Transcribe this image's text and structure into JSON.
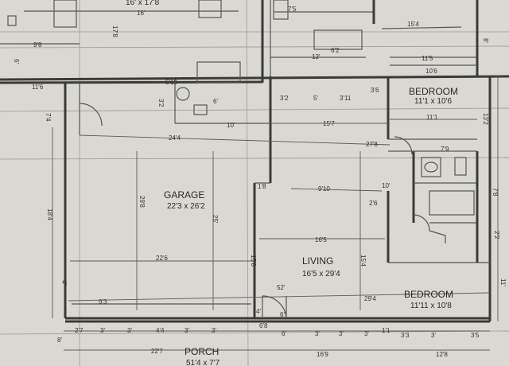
{
  "rooms": {
    "garage": {
      "name": "GARAGE",
      "size": "22'3 x 26'2"
    },
    "living": {
      "name": "LIVING",
      "size": "16'5 x 29'4"
    },
    "bedroom_top": {
      "name": "BEDROOM",
      "size": "11'1 x 10'6"
    },
    "bedroom_bottom": {
      "name": "BEDROOM",
      "size": "11'11 x 10'8"
    },
    "porch": {
      "name": "PORCH",
      "size": "51'4 x 7'7"
    },
    "top_room": {
      "size": "16' x 17'8"
    }
  },
  "dimensions": [
    {
      "id": "d-16",
      "text": "16'"
    },
    {
      "id": "d-178",
      "text": "17'8"
    },
    {
      "id": "d-98",
      "text": "9'8"
    },
    {
      "id": "d-6a",
      "text": "6'"
    },
    {
      "id": "d-75",
      "text": "7'5"
    },
    {
      "id": "d-154",
      "text": "15'4"
    },
    {
      "id": "d-8a",
      "text": "8'"
    },
    {
      "id": "d-62",
      "text": "6'2"
    },
    {
      "id": "d-12",
      "text": "12'"
    },
    {
      "id": "d-115",
      "text": "11'5"
    },
    {
      "id": "d-106",
      "text": "10'6"
    },
    {
      "id": "d-116",
      "text": "11'6"
    },
    {
      "id": "d-510",
      "text": "5'10"
    },
    {
      "id": "d-32a",
      "text": "3'2"
    },
    {
      "id": "d-6b",
      "text": "6'"
    },
    {
      "id": "d-32b",
      "text": "3'2"
    },
    {
      "id": "d-5a",
      "text": "5'"
    },
    {
      "id": "d-311",
      "text": "3'11"
    },
    {
      "id": "d-36",
      "text": "3'6"
    },
    {
      "id": "d-74",
      "text": "7'4"
    },
    {
      "id": "d-10",
      "text": "10'"
    },
    {
      "id": "d-157",
      "text": "15'7"
    },
    {
      "id": "d-111",
      "text": "11'1"
    },
    {
      "id": "d-132",
      "text": "13'2"
    },
    {
      "id": "d-244",
      "text": "24'4"
    },
    {
      "id": "d-278",
      "text": "27'8"
    },
    {
      "id": "d-79",
      "text": "7'9"
    },
    {
      "id": "d-298",
      "text": "29'8"
    },
    {
      "id": "d-184",
      "text": "18'4"
    },
    {
      "id": "d-25",
      "text": "25'"
    },
    {
      "id": "d-18",
      "text": "1'8"
    },
    {
      "id": "d-910",
      "text": "9'10"
    },
    {
      "id": "d-10b",
      "text": "10'"
    },
    {
      "id": "d-26",
      "text": "2'6"
    },
    {
      "id": "d-78",
      "text": "7'8"
    },
    {
      "id": "d-165",
      "text": "16'5"
    },
    {
      "id": "d-226",
      "text": "22'6"
    },
    {
      "id": "d-158",
      "text": "15'8"
    },
    {
      "id": "d-154b",
      "text": "15'4"
    },
    {
      "id": "d-4a",
      "text": "4'"
    },
    {
      "id": "d-52",
      "text": "52'"
    },
    {
      "id": "d-93",
      "text": "9'3"
    },
    {
      "id": "d-4b",
      "text": "4'"
    },
    {
      "id": "d-6c",
      "text": "6'"
    },
    {
      "id": "d-294",
      "text": "29'4"
    },
    {
      "id": "d-27",
      "text": "2'7"
    },
    {
      "id": "d-3a",
      "text": "3'"
    },
    {
      "id": "d-3b",
      "text": "3'"
    },
    {
      "id": "d-44",
      "text": "4'4"
    },
    {
      "id": "d-3c",
      "text": "3'"
    },
    {
      "id": "d-3d",
      "text": "3'"
    },
    {
      "id": "d-68",
      "text": "6'8"
    },
    {
      "id": "d-6d",
      "text": "6'"
    },
    {
      "id": "d-3e",
      "text": "3'"
    },
    {
      "id": "d-3f",
      "text": "3'"
    },
    {
      "id": "d-3g",
      "text": "3'"
    },
    {
      "id": "d-11",
      "text": "1'1"
    },
    {
      "id": "d-33",
      "text": "3'3"
    },
    {
      "id": "d-3h",
      "text": "3'"
    },
    {
      "id": "d-35",
      "text": "3'5"
    },
    {
      "id": "d-227",
      "text": "22'7"
    },
    {
      "id": "d-169",
      "text": "16'9"
    },
    {
      "id": "d-128",
      "text": "12'8"
    },
    {
      "id": "d-8b",
      "text": "8'"
    },
    {
      "id": "d-11b",
      "text": "11'"
    },
    {
      "id": "d-22",
      "text": "2'2"
    }
  ]
}
